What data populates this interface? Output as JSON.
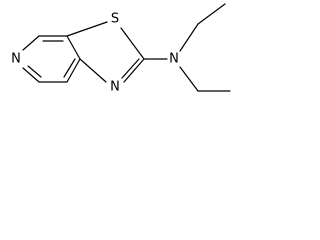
{
  "molecule": {
    "atoms": {
      "pyridine_n": "N",
      "sulfur": "S",
      "thiazole_n": "N",
      "amine_n": "N"
    },
    "colors": {
      "bond": "#000000",
      "label": "#000000",
      "background": "#ffffff"
    }
  }
}
